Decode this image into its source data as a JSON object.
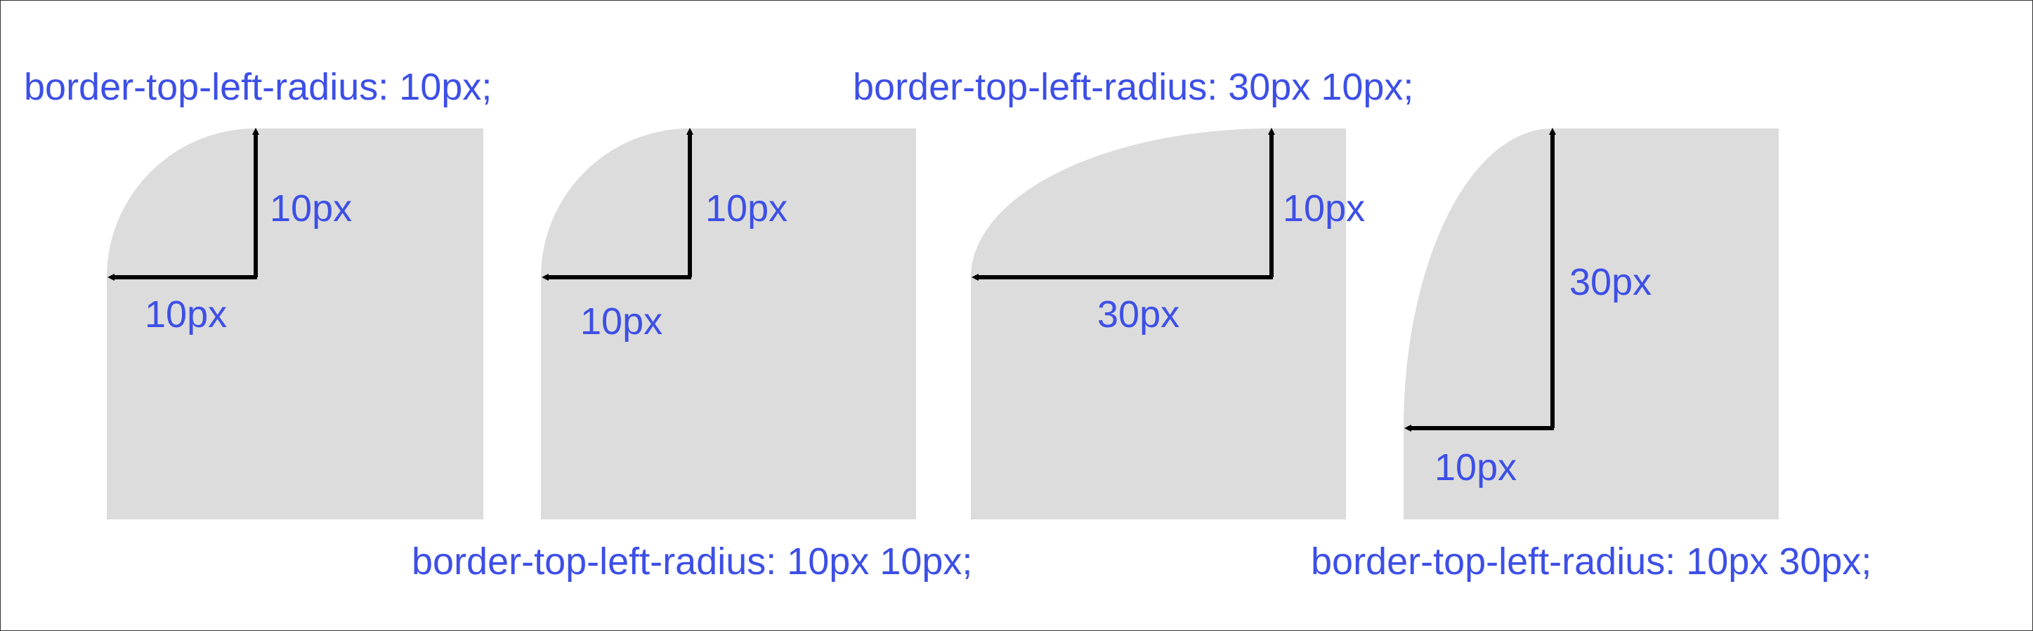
{
  "colors": {
    "label": "#3d4fe6",
    "box_fill": "#dcdcdc",
    "arrow": "#000000",
    "frame": "#333333"
  },
  "captions": {
    "c1": "border-top-left-radius: 10px;",
    "c2": "border-top-left-radius: 10px 10px;",
    "c3": "border-top-left-radius: 30px 10px;",
    "c4": "border-top-left-radius: 10px 30px;"
  },
  "examples": [
    {
      "horizontal_label": "10px",
      "vertical_label": "10px",
      "radius_x_px": 10,
      "radius_y_px": 10
    },
    {
      "horizontal_label": "10px",
      "vertical_label": "10px",
      "radius_x_px": 10,
      "radius_y_px": 10
    },
    {
      "horizontal_label": "30px",
      "vertical_label": "10px",
      "radius_x_px": 30,
      "radius_y_px": 10
    },
    {
      "horizontal_label": "10px",
      "vertical_label": "30px",
      "radius_x_px": 10,
      "radius_y_px": 30
    }
  ]
}
